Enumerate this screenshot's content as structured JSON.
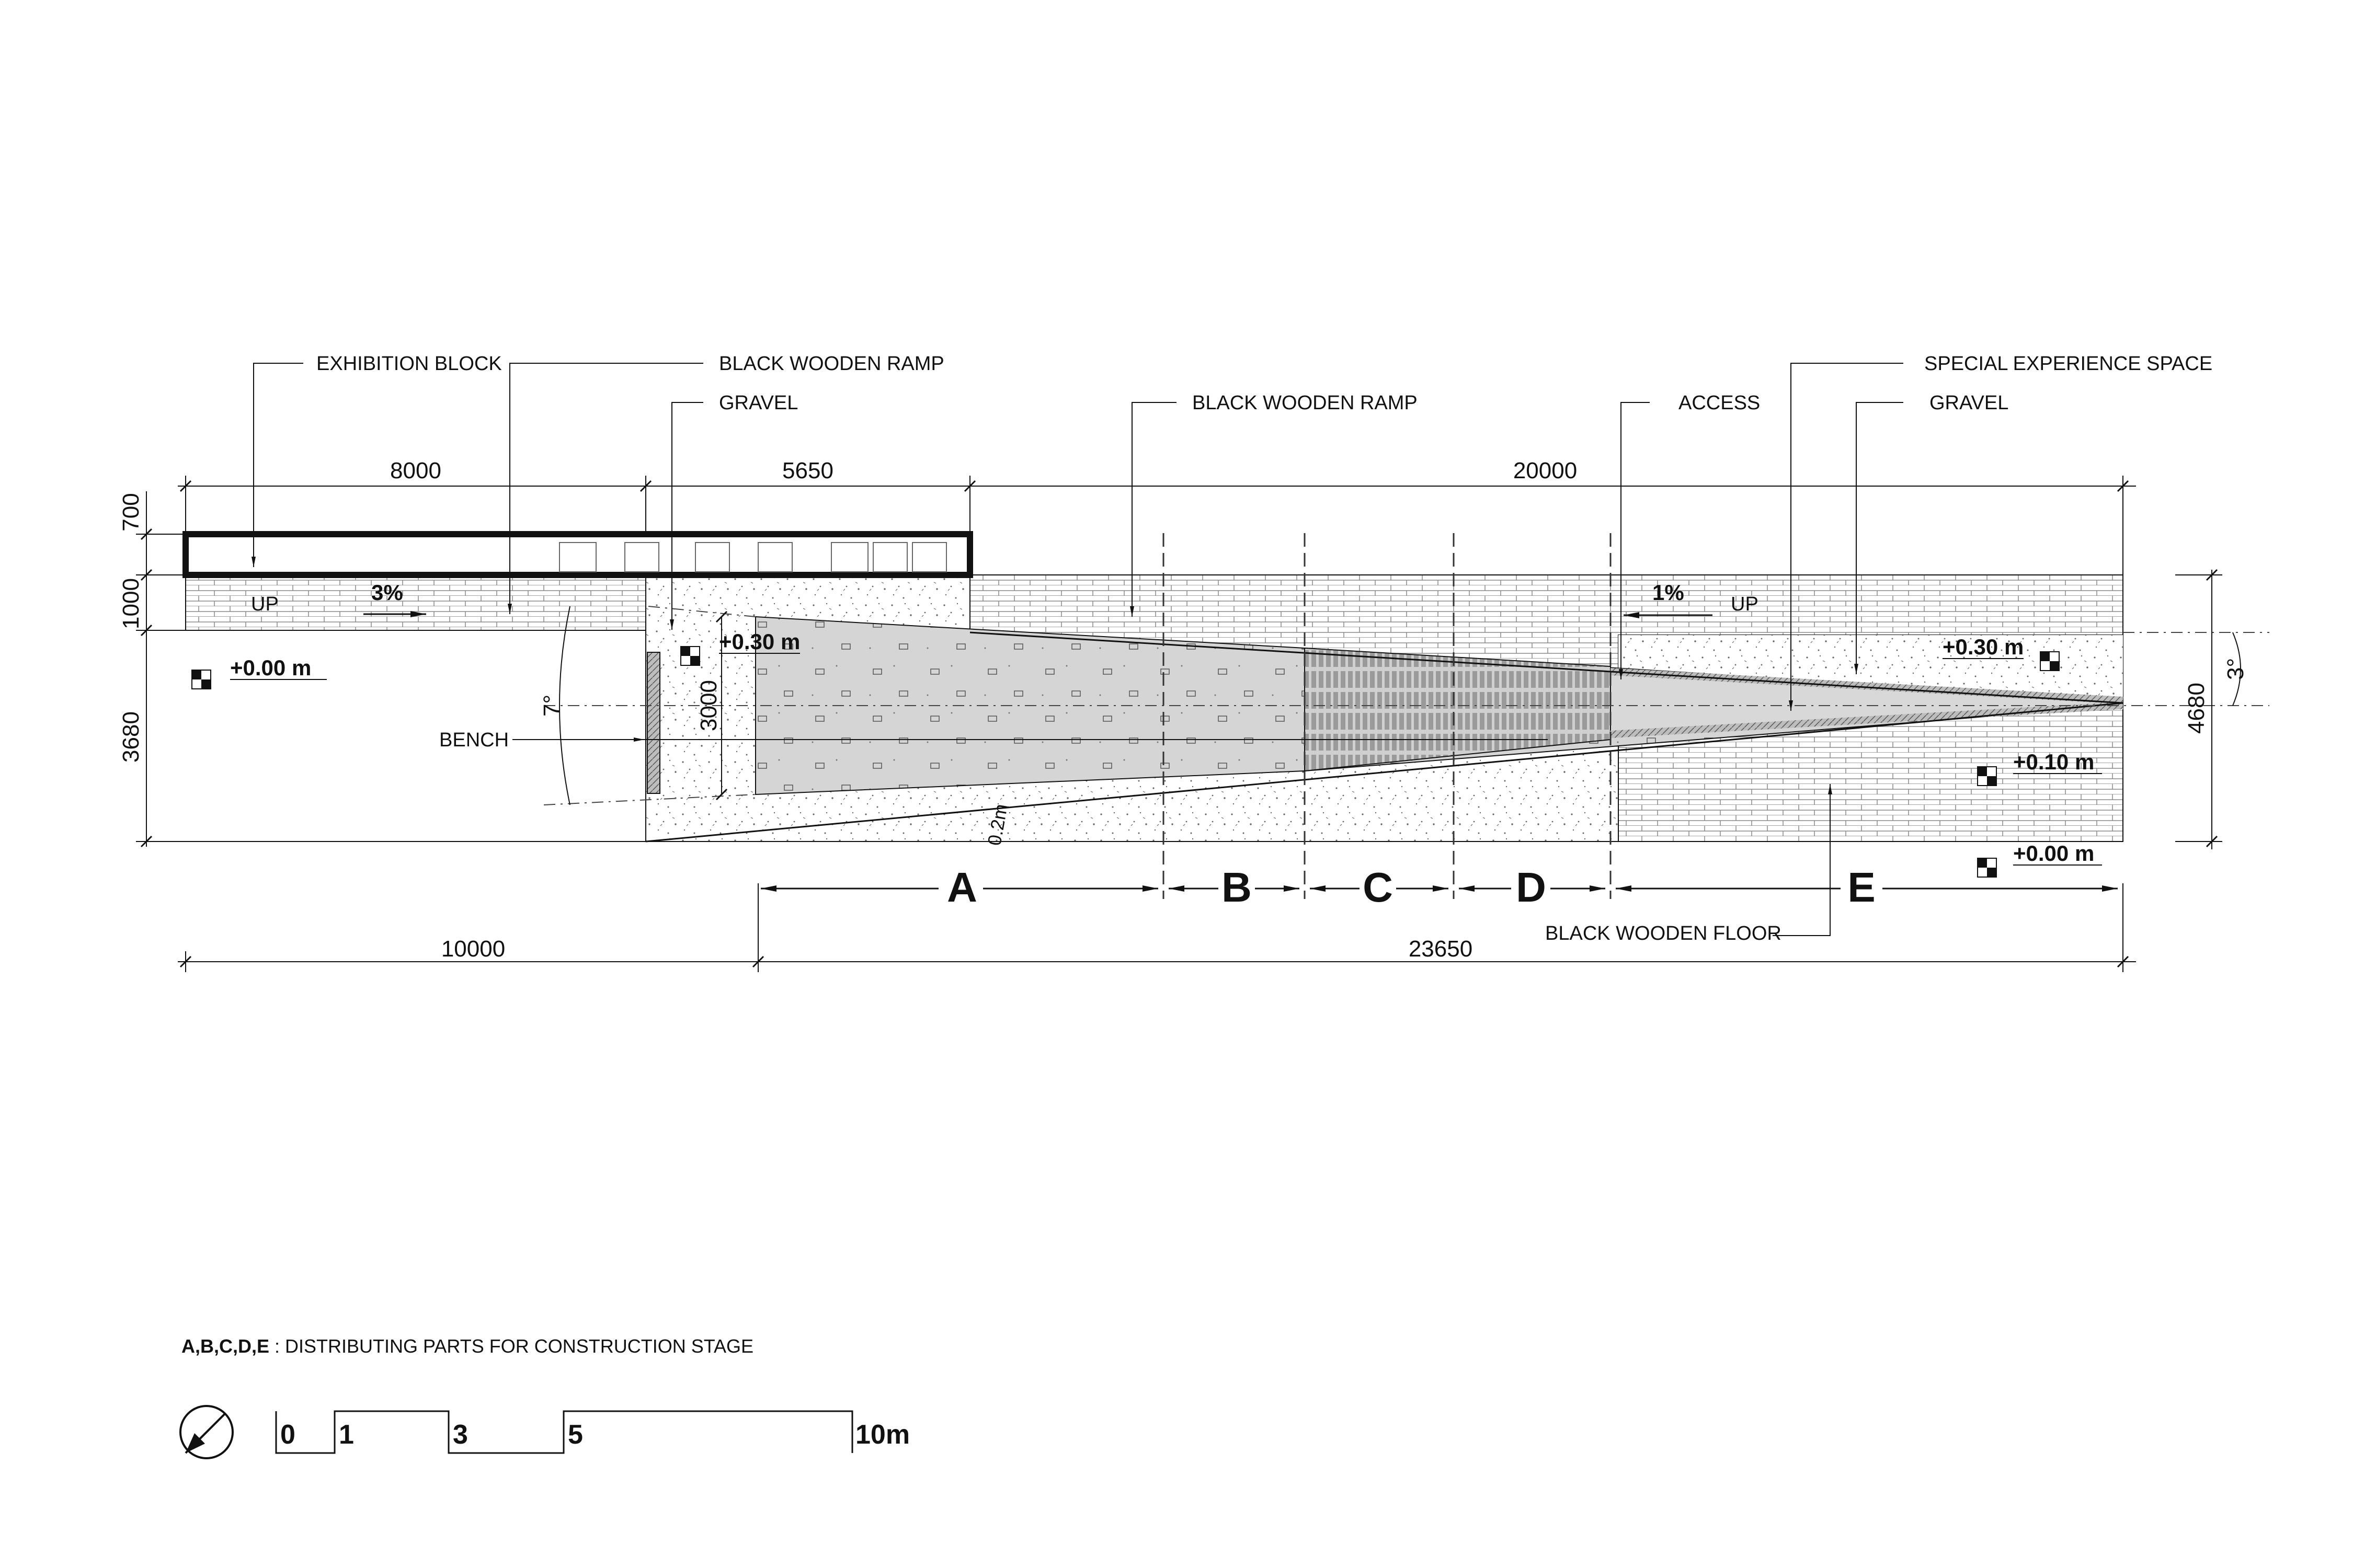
{
  "labels": {
    "exhibition_block": "EXHIBITION BLOCK",
    "black_wooden_ramp_1": "BLACK WOODEN RAMP",
    "gravel_1": "GRAVEL",
    "black_wooden_ramp_2": "BLACK WOODEN RAMP",
    "access": "ACCESS",
    "special_experience_space": "SPECIAL EXPERIENCE SPACE",
    "gravel_2": "GRAVEL",
    "bench": "BENCH",
    "black_wooden_floor": "BLACK WOODEN FLOOR"
  },
  "dimensions": {
    "top": [
      "8000",
      "5650",
      "20000"
    ],
    "bottom": [
      "10000",
      "23650"
    ],
    "left": [
      "700",
      "1000",
      "3680"
    ],
    "right": "4680",
    "inner_width": "3000",
    "gap": "0.2m"
  },
  "angles": {
    "left": "7°",
    "right": "3°"
  },
  "slopes": {
    "left_pct": "3%",
    "left_up": "UP",
    "right_pct": "1%",
    "right_up": "UP"
  },
  "levels": {
    "left": "+0.00 m",
    "inner": "+0.30 m",
    "right_top": "+0.30 m",
    "right_mid": "+0.10 m",
    "right_bottom": "+0.00 m"
  },
  "sections": [
    "A",
    "B",
    "C",
    "D",
    "E"
  ],
  "note": {
    "bold": "A,B,C,D,E",
    "text": " : DISTRIBUTING PARTS FOR CONSTRUCTION STAGE"
  },
  "scale": {
    "ticks": [
      "0",
      "1",
      "3",
      "5"
    ],
    "end": "10m"
  },
  "icons": [
    "north-arrow-icon",
    "level-marker-icon"
  ]
}
